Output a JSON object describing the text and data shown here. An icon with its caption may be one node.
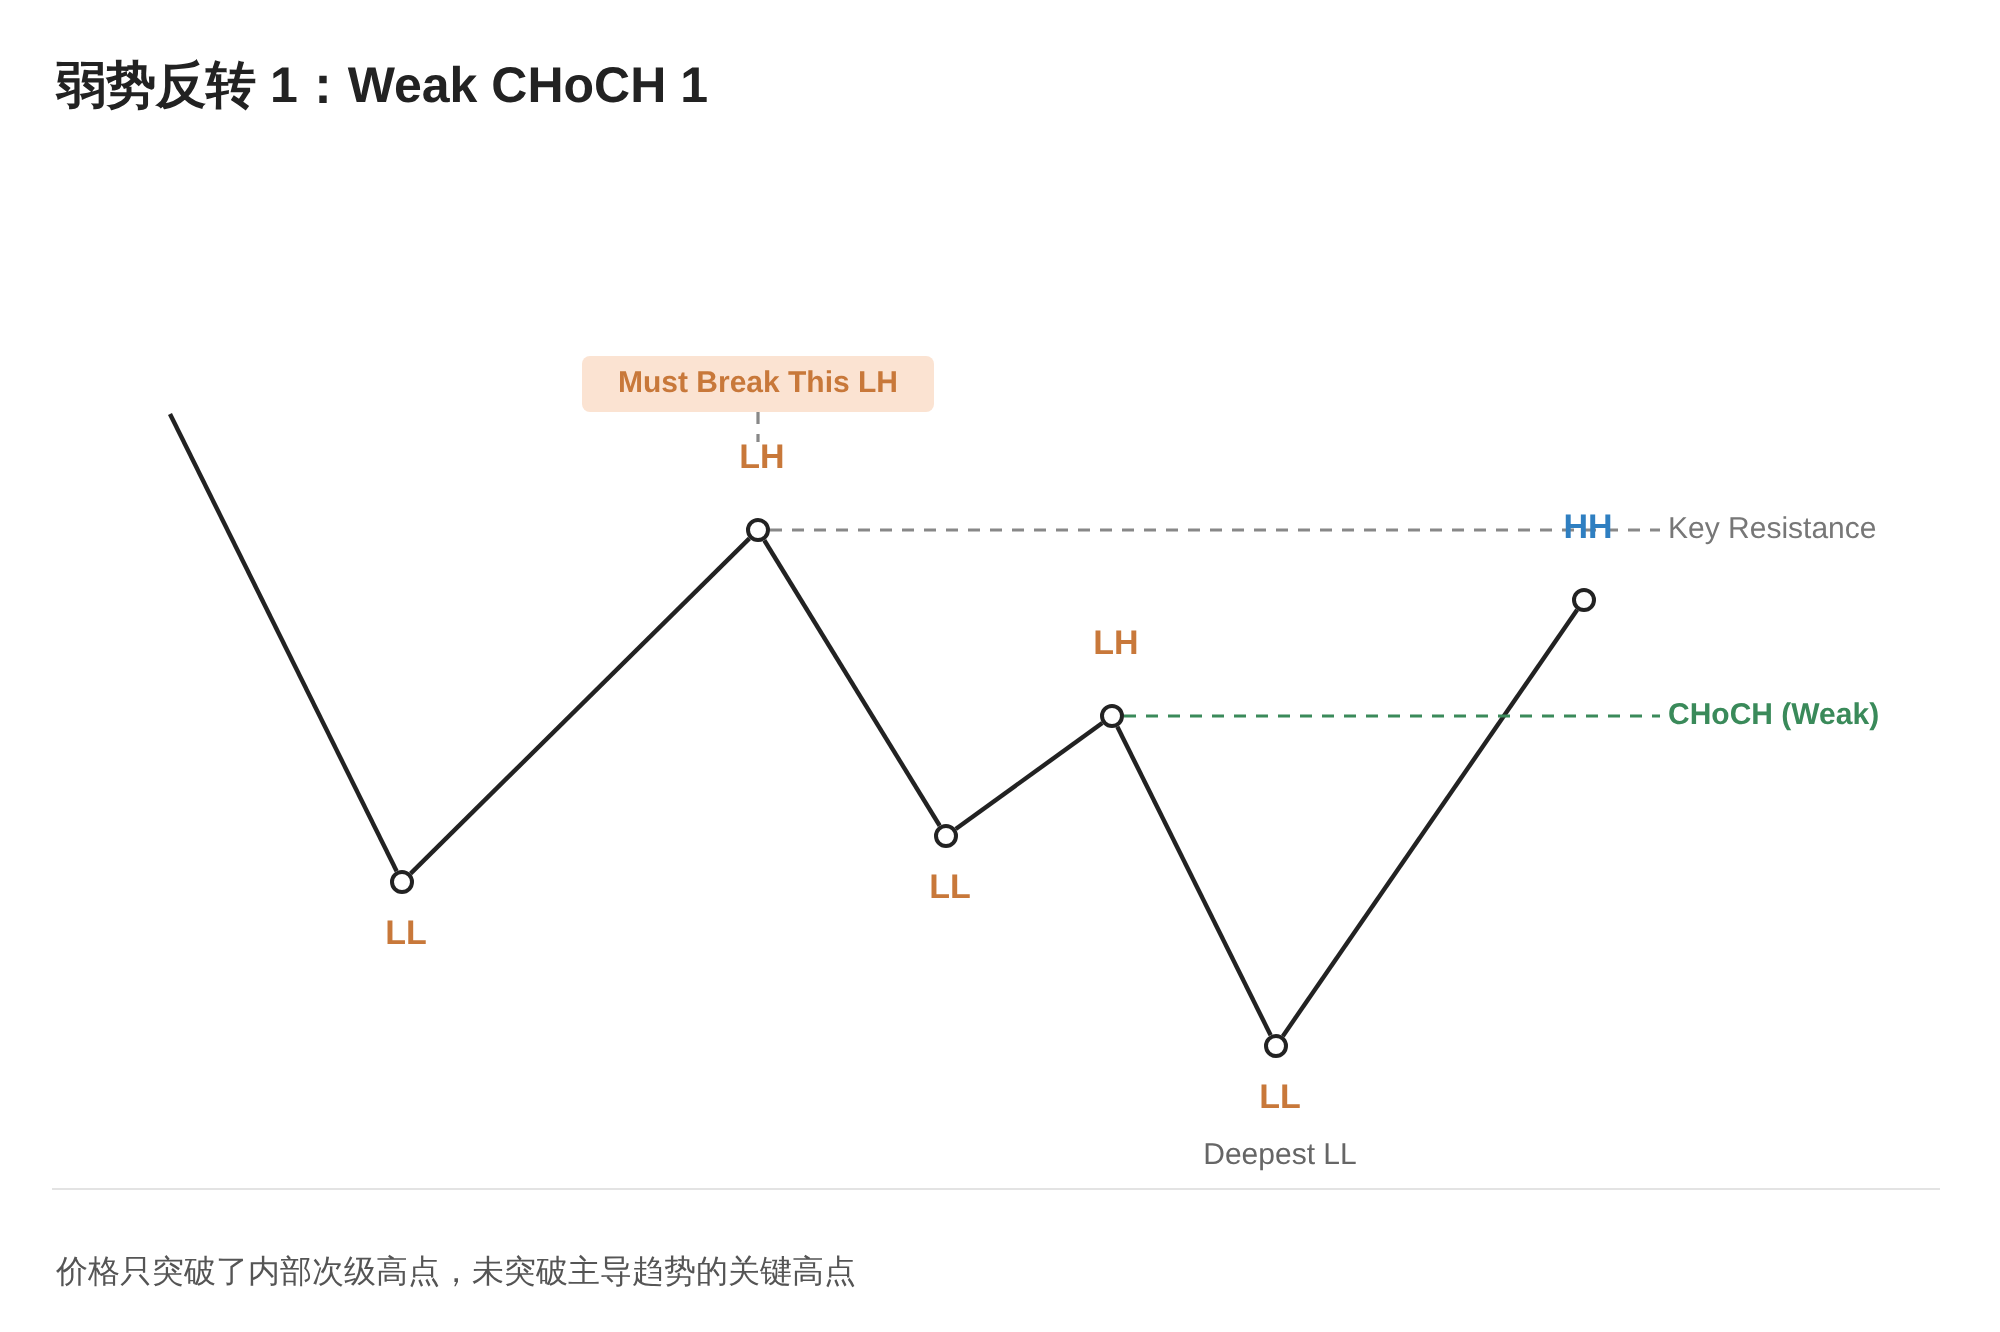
{
  "diagram": {
    "title": "弱势反转 1：Weak CHoCH 1",
    "caption": "价格只突破了内部次级高点，未突破主导趋势的关键高点",
    "nodes": [
      {
        "text": [],
        "shape": "circle",
        "beside": [
          "LL"
        ]
      },
      {
        "text": [],
        "shape": "circle",
        "beside": [
          "LH"
        ]
      },
      {
        "text": [],
        "shape": "circle",
        "beside": [
          "LL"
        ]
      },
      {
        "text": [],
        "shape": "circle",
        "beside": [
          "LH"
        ]
      },
      {
        "text": [],
        "shape": "circle",
        "beside": [
          "LL",
          "Deepest LL"
        ]
      },
      {
        "text": [],
        "shape": "circle",
        "beside": [
          "HH"
        ]
      },
      {
        "text": [
          "Must Break This LH"
        ]
      },
      {
        "text": [
          "Key Resistance"
        ]
      },
      {
        "text": [
          "CHoCH (Weak)"
        ]
      }
    ],
    "edges": [
      {
        "from": null,
        "to": 0,
        "arrow": "none"
      },
      {
        "from": 0,
        "to": 1,
        "arrow": "none"
      },
      {
        "from": 1,
        "to": 2,
        "arrow": "none"
      },
      {
        "from": 2,
        "to": 3,
        "arrow": "none"
      },
      {
        "from": 3,
        "to": 4,
        "arrow": "none"
      },
      {
        "from": 4,
        "to": 5,
        "arrow": "none"
      },
      {
        "from": 6,
        "to": 1,
        "arrow": "none",
        "style": "dashed",
        "color": "#888888"
      },
      {
        "from": 1,
        "to": 7,
        "arrow": "none",
        "style": "dashed",
        "color": "#888888"
      },
      {
        "from": 3,
        "to": 8,
        "arrow": "none",
        "style": "dashed",
        "color": "#3a8a5a"
      }
    ]
  }
}
